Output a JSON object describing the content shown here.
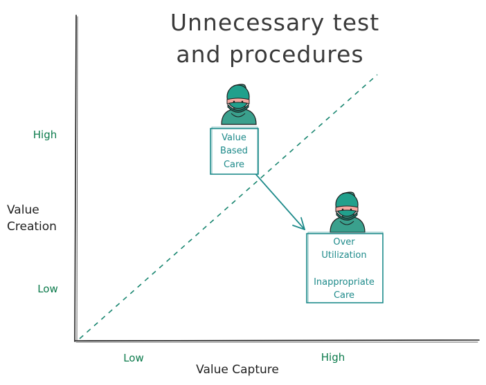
{
  "title": {
    "line1": "Unnecessary test",
    "line2": "and procedures"
  },
  "axes": {
    "y_label_line1": "Value",
    "y_label_line2": "Creation",
    "x_label": "Value Capture",
    "y_ticks": {
      "high": "High",
      "low": "Low"
    },
    "x_ticks": {
      "low": "Low",
      "high": "High"
    }
  },
  "boxes": {
    "value_based_care": {
      "lines": [
        "Value",
        "Based",
        "Care"
      ]
    },
    "over_utilization": {
      "line1": "Over",
      "line2": "Utilization",
      "line3": "Inappropriate",
      "line4": "Care"
    }
  },
  "colors": {
    "teal": "#1d8a8a",
    "tick_green": "#0b7a4b",
    "ink": "#1e1e1e",
    "surgeon_cap": "#1f9a86",
    "surgeon_skin": "#f4a8a0"
  },
  "icons": {
    "surgeon": "surgeon-icon",
    "arrow": "arrow-icon"
  }
}
